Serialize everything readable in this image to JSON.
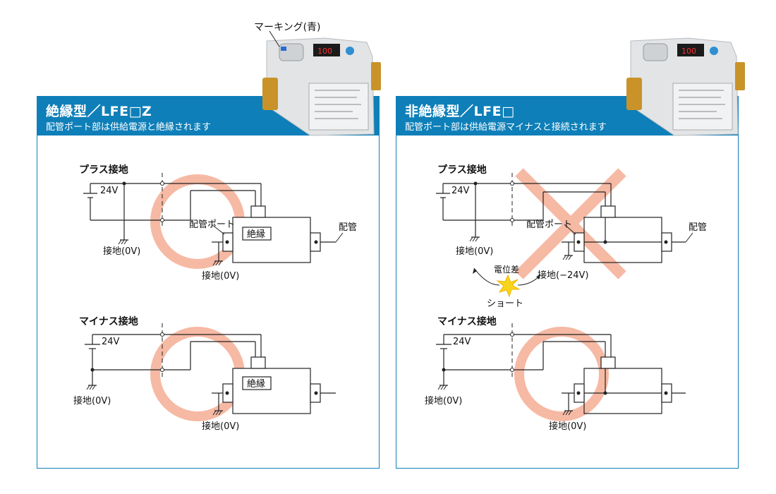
{
  "marking_label": "マーキング(青)",
  "left_panel": {
    "title": "絶縁型／LFE□Z",
    "subtitle": "配管ポート部は供給電源と絶縁されます",
    "plus": {
      "heading": "プラス接地",
      "voltage": "24V",
      "port_label": "配管ポート",
      "insulation": "絶縁",
      "pipe_label": "配管",
      "ground_a": "接地(0V)",
      "ground_b": "接地(0V)"
    },
    "minus": {
      "heading": "マイナス接地",
      "voltage": "24V",
      "insulation": "絶縁",
      "ground_a": "接地(0V)",
      "ground_b": "接地(0V)"
    }
  },
  "right_panel": {
    "title": "非絶縁型／LFE□",
    "subtitle": "配管ポート部は供給電源マイナスと接続されます",
    "plus": {
      "heading": "プラス接地",
      "voltage": "24V",
      "port_label": "配管ポート",
      "pipe_label": "配管",
      "ground_a": "接地(0V)",
      "ground_b": "接地(−24V)",
      "potential_diff": "電位差",
      "short": "ショート"
    },
    "minus": {
      "heading": "マイナス接地",
      "voltage": "24V",
      "ground_a": "接地(0V)",
      "ground_b": "接地(0V)"
    }
  },
  "colors": {
    "banner_blue": "#0e7fb8",
    "ok_circle": "#f6b9a4",
    "ng_cross": "#f6b9a4",
    "spark": "#f7d51d"
  }
}
